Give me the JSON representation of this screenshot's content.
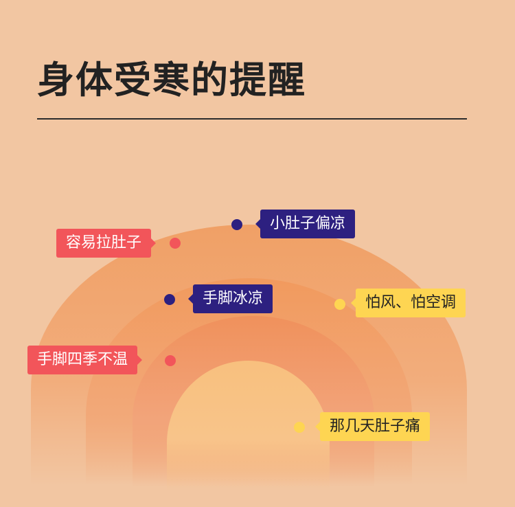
{
  "title": "身体受寒的提醒",
  "colors": {
    "red": "#f2555a",
    "blue": "#2d2080",
    "yellow": "#fed552"
  },
  "labels": [
    {
      "text": "小肚子偏凉",
      "color": "blue"
    },
    {
      "text": "容易拉肚子",
      "color": "red"
    },
    {
      "text": "手脚冰凉",
      "color": "blue"
    },
    {
      "text": "怕风、怕空调",
      "color": "yellow"
    },
    {
      "text": "手脚四季不温",
      "color": "red"
    },
    {
      "text": "那几天肚子痛",
      "color": "yellow"
    }
  ]
}
